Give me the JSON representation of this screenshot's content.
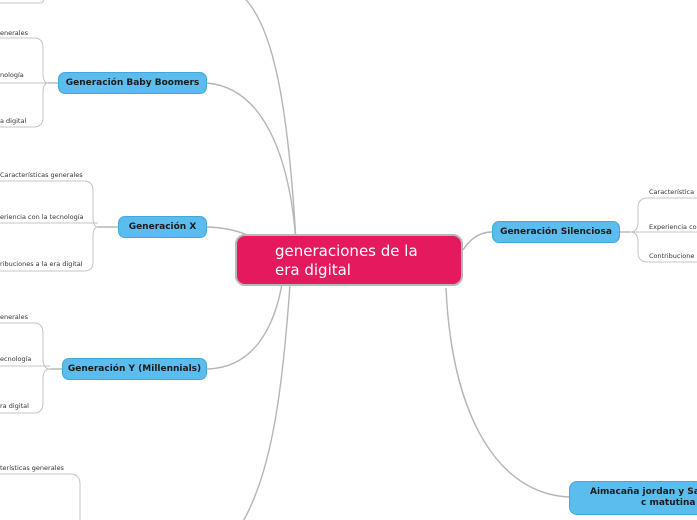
{
  "central": {
    "line1": "generaciones de la",
    "line2": "era digital"
  },
  "branches": {
    "baby_boomers": {
      "label": "Generación Baby Boomers",
      "leaves": [
        "enerales",
        "nología",
        "a digital"
      ]
    },
    "x": {
      "label": "Generación X",
      "leaves": [
        "Características generales",
        "eriencia con la tecnología",
        "ribuciones a la era digital"
      ]
    },
    "y": {
      "label": "Generación Y (Millennials)",
      "leaves": [
        "enerales",
        "ecnología",
        "ra digital"
      ]
    },
    "bottom_left": {
      "leaves": [
        "terísticas generales"
      ]
    },
    "silenciosa": {
      "label": "Generación Silenciosa",
      "leaves": [
        "Característica",
        "Experiencia co",
        "Contribucione"
      ]
    },
    "authors": {
      "line1": "Aimacaña jordan y Sant",
      "line2": "c matutina"
    }
  }
}
